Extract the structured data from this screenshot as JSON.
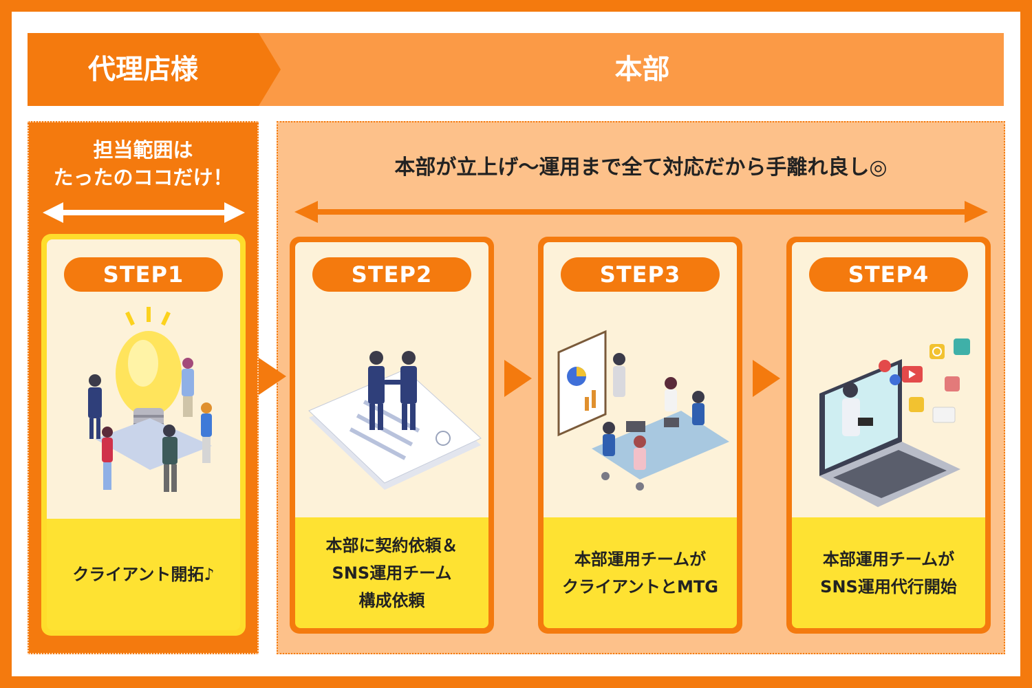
{
  "header": {
    "left_label": "代理店様",
    "right_label": "本部"
  },
  "agency": {
    "title_line1": "担当範囲は",
    "title_line2": "たったのココだけ！"
  },
  "headquarters": {
    "title": "本部が立上げ〜運用まで全て対応だから手離れ良し◎"
  },
  "steps": [
    {
      "label": "STEP1",
      "lines": [
        "クライアント開拓♪"
      ],
      "illustration": "lightbulb-team-celebration"
    },
    {
      "label": "STEP2",
      "lines": [
        "本部に契約依頼＆",
        "SNS運用チーム",
        "構成依頼"
      ],
      "illustration": "handshake-contract"
    },
    {
      "label": "STEP3",
      "lines": [
        "本部運用チームが",
        "クライアントとMTG"
      ],
      "illustration": "meeting-presentation"
    },
    {
      "label": "STEP4",
      "lines": [
        "本部運用チームが",
        "SNS運用代行開始"
      ],
      "illustration": "laptop-sns-operation"
    }
  ],
  "colors": {
    "orange": "#f47a0e",
    "light_orange": "#fb9a46",
    "panel_orange": "#fdc18a",
    "yellow": "#fee232",
    "cream": "#fdf2d9",
    "step1_border": "#fedd2c"
  }
}
